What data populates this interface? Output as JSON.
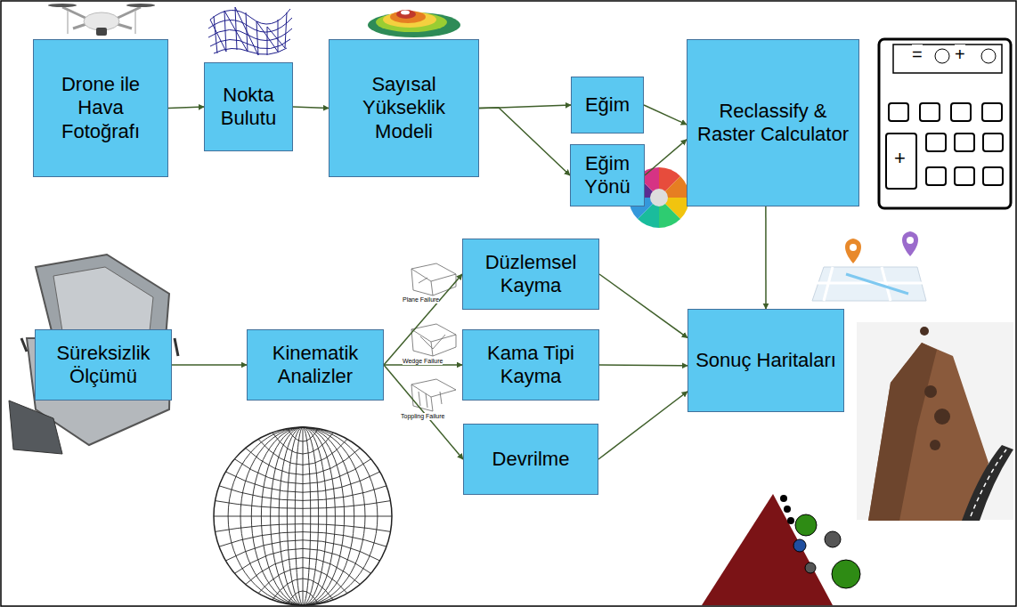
{
  "diagram": {
    "nodes": [
      {
        "text": [
          "Drone ile Hava Fotoğrafı"
        ]
      },
      {
        "text": [
          "Nokta Bulutu"
        ]
      },
      {
        "text": [
          "Sayısal Yükseklik Modeli"
        ]
      },
      {
        "text": [
          "Eğim"
        ]
      },
      {
        "text": [
          "Eğim Yönü"
        ]
      },
      {
        "text": [
          "Reclassify & Raster Calculator"
        ]
      },
      {
        "text": [
          "Süreksizlik Ölçümü"
        ]
      },
      {
        "text": [
          "Kinematik Analizler"
        ]
      },
      {
        "text": [
          "Düzlemsel Kayma"
        ]
      },
      {
        "text": [
          "Kama Tipi Kayma"
        ]
      },
      {
        "text": [
          "Devrilme"
        ]
      },
      {
        "text": [
          "Sonuç Haritaları"
        ]
      }
    ],
    "edges": [
      {
        "from": 0,
        "to": 1,
        "arrow": "to"
      },
      {
        "from": 1,
        "to": 2,
        "arrow": "to"
      },
      {
        "from": 2,
        "to": 3,
        "arrow": "to"
      },
      {
        "from": 2,
        "to": 4,
        "arrow": "to"
      },
      {
        "from": 3,
        "to": 5,
        "arrow": "to"
      },
      {
        "from": 4,
        "to": 5,
        "arrow": "to"
      },
      {
        "from": 5,
        "to": 11,
        "arrow": "to"
      },
      {
        "from": 6,
        "to": 7,
        "arrow": "to"
      },
      {
        "from": 7,
        "to": 8,
        "arrow": "to"
      },
      {
        "from": 7,
        "to": 9,
        "arrow": "to"
      },
      {
        "from": 7,
        "to": 10,
        "arrow": "to"
      },
      {
        "from": 8,
        "to": 11,
        "arrow": "to"
      },
      {
        "from": 9,
        "to": 11,
        "arrow": "to"
      },
      {
        "from": 10,
        "to": 11,
        "arrow": "to"
      }
    ],
    "labels": [
      "=",
      "+",
      "+",
      "Plane Failure",
      "Wedge Failure",
      "Toppling Failure"
    ]
  }
}
